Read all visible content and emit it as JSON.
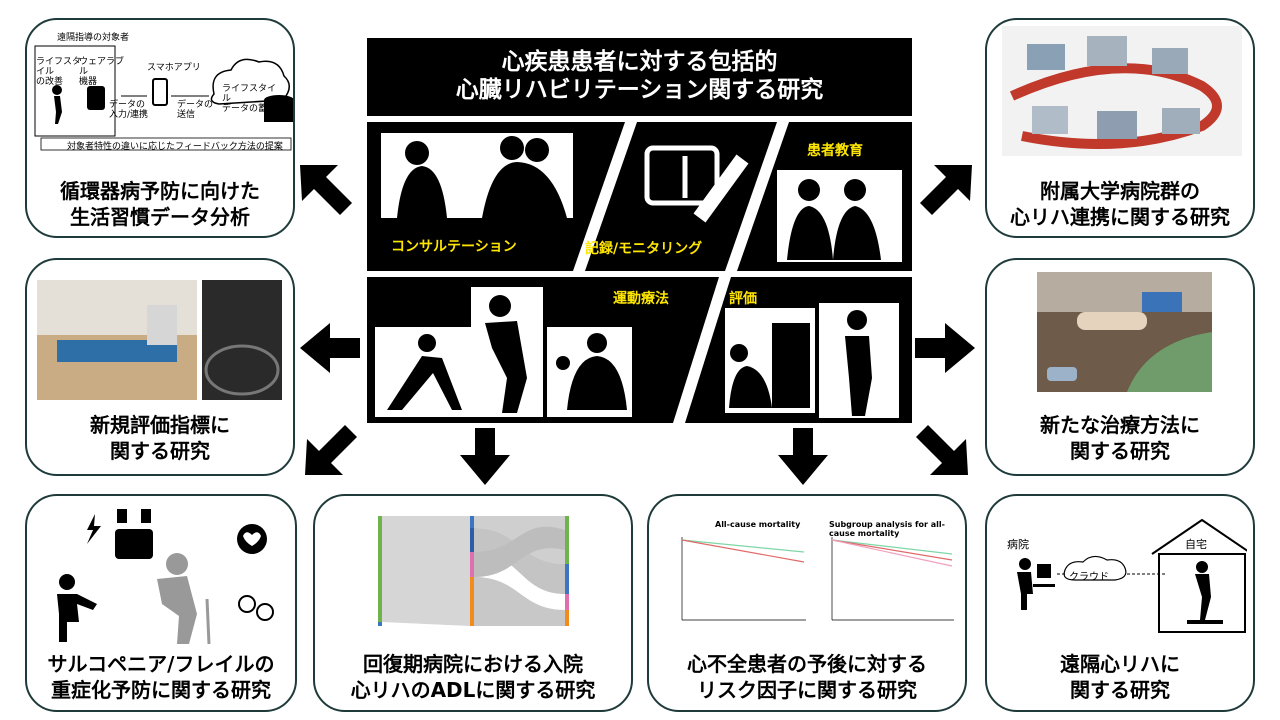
{
  "center": {
    "title_line1": "心疾患患者に対する包括的",
    "title_line2": "心臓リハビリテーション関する研究",
    "labels": {
      "consultation": "コンサルテーション",
      "record": "記録/モニタリング",
      "education": "患者教育",
      "exercise": "運動療法",
      "evaluation": "評価"
    }
  },
  "cards": {
    "lifestyle": {
      "line1": "循環器病予防に向けた",
      "line2": "生活習慣データ分析",
      "diagram": {
        "target": "遠隔指導の対象者",
        "lifestyle_improve": "ライフスタイル\nの改善",
        "wearable": "ウェアラブル\n機器",
        "smartphone": "スマホアプリ",
        "data_input": "データの\n入力/連携",
        "data_send": "データの\n送信",
        "storage": "ライフスタイル\nデータの蓄積",
        "feedback": "対象者特性の違いに応じたフィードバック方法の提案"
      }
    },
    "hospitals": {
      "line1": "附属大学病院群の",
      "line2": "心リハ連携に関する研究"
    },
    "new_eval": {
      "line1": "新規評価指標に",
      "line2": "関する研究"
    },
    "new_treatment": {
      "line1": "新たな治療方法に",
      "line2": "関する研究"
    },
    "sarcopenia": {
      "line1": "サルコペニア/フレイルの",
      "line2": "重症化予防に関する研究"
    },
    "adl": {
      "line1": "回復期病院における入院",
      "line2": "心リハのADLに関する研究"
    },
    "prognosis": {
      "line1": "心不全患者の予後に対する",
      "line2": "リスク因子に関する研究",
      "chart1_title": "All-cause mortality",
      "chart2_title": "Subgroup analysis for all-cause mortality"
    },
    "remote": {
      "line1": "遠隔心リハに",
      "line2": "関する研究",
      "hospital": "病院",
      "home": "自宅",
      "cloud": "クラウド"
    }
  },
  "colors": {
    "border": "#1f3a3a",
    "label_yellow": "#ffe600",
    "center_bg": "#000000"
  }
}
